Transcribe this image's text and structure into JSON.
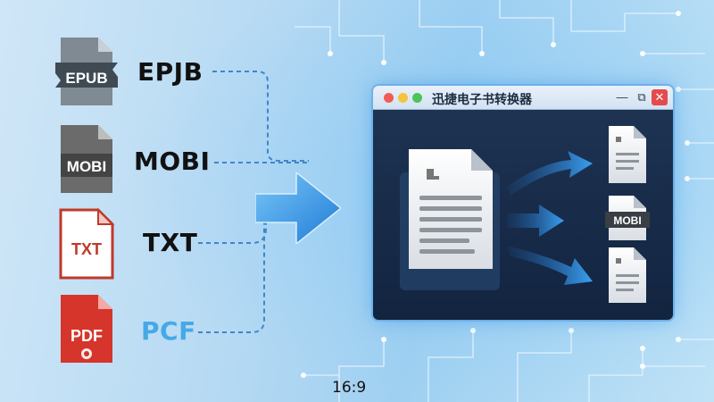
{
  "formats": [
    {
      "id": "epub",
      "label": "EPJB",
      "icon_text": "EPUB",
      "color": "#3f4a52"
    },
    {
      "id": "mobi",
      "label": "MOBI",
      "icon_text": "MOBI",
      "color": "#444444"
    },
    {
      "id": "txt",
      "label": "TXT",
      "icon_text": "TXT",
      "color": "#c0392b"
    },
    {
      "id": "pdf",
      "label": "PCF",
      "icon_text": "PDF",
      "color": "#d6352b"
    }
  ],
  "window": {
    "title": "迅捷电子书转换器",
    "controls": {
      "minimize": "—",
      "maximize": "⧉",
      "close": "✕"
    }
  },
  "outputs": {
    "middle_badge": "MOBI"
  },
  "footer": {
    "aspect": "16:9"
  },
  "colors": {
    "accent_blue": "#2f8fe0",
    "pdf_label": "#46a9e6",
    "window_bg": "#1a2e4a"
  }
}
